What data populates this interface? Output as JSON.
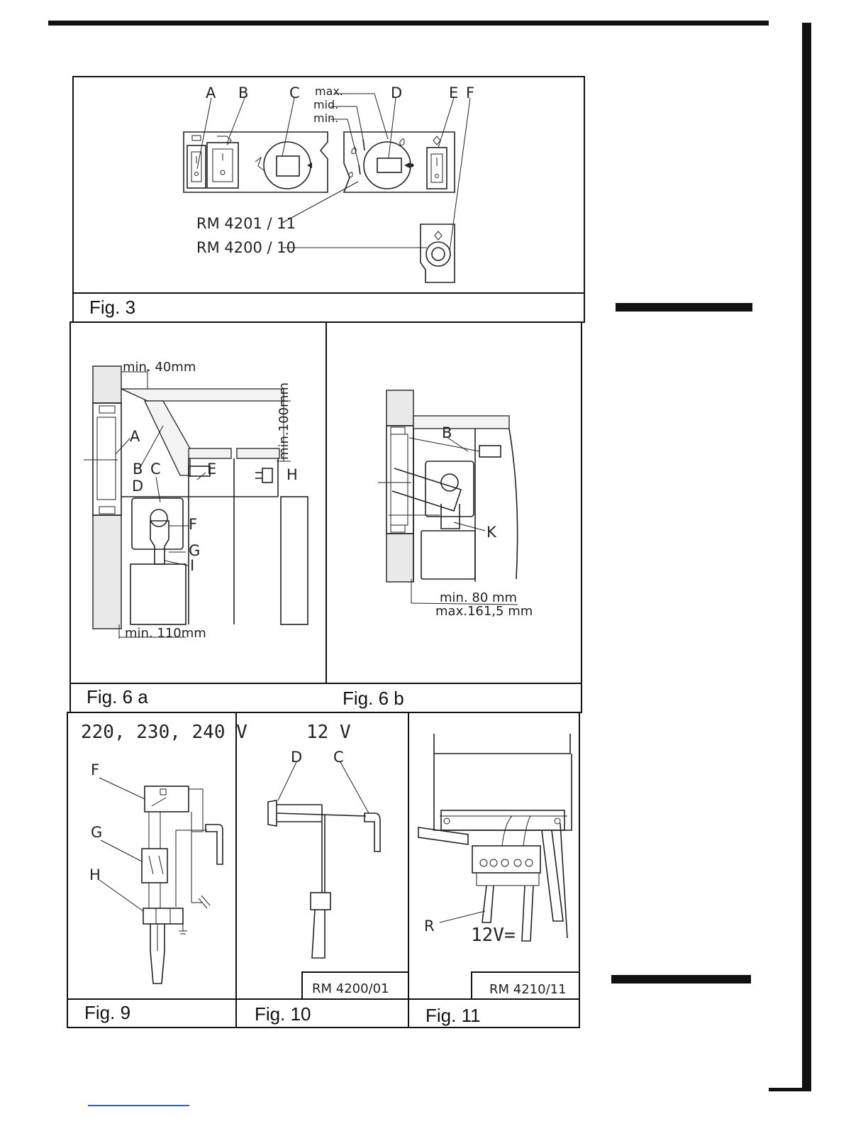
{
  "fig3": {
    "caption": "Fig. 3",
    "labels": {
      "a": "A",
      "b": "B",
      "c": "C",
      "d": "D",
      "e": "E",
      "f": "F"
    },
    "levels": {
      "max": "max.",
      "mid": "mid.",
      "min": "min."
    },
    "models": {
      "rm4201": "RM 4201 / 11",
      "rm4200": "RM 4200 / 10"
    }
  },
  "fig6a": {
    "caption": "Fig. 6 a",
    "dims": {
      "top": "min. 40mm",
      "vertical": "min.100mm",
      "bottom": "min. 110mm"
    },
    "labels": {
      "a": "A",
      "b": "B",
      "c": "C",
      "d": "D",
      "e": "E",
      "f": "F",
      "g": "G",
      "h": "H",
      "i": "I"
    }
  },
  "fig6b": {
    "caption": "Fig. 6 b",
    "labels": {
      "b": "B",
      "k": "K"
    },
    "dims": {
      "min": "min. 80 mm",
      "max": "max.161,5 mm"
    }
  },
  "fig9": {
    "caption": "Fig. 9",
    "voltage": "220, 230, 240 V",
    "labels": {
      "f": "F",
      "g": "G",
      "h": "H"
    }
  },
  "fig10": {
    "caption": "Fig. 10",
    "voltage": "12 V",
    "labels": {
      "d": "D",
      "c": "C"
    },
    "model": "RM 4200/01"
  },
  "fig11": {
    "caption": "Fig. 11",
    "labels": {
      "r": "R"
    },
    "voltage": "12V=",
    "model": "RM 4210/11"
  }
}
